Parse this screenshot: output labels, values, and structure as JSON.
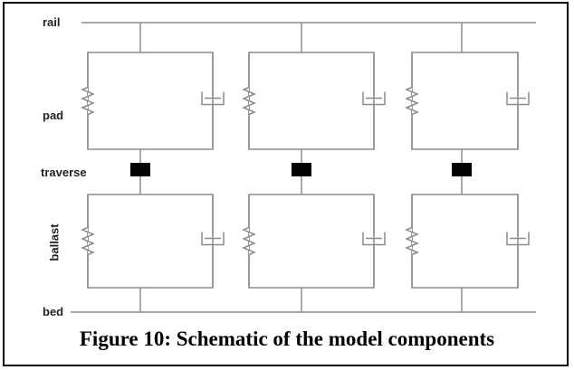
{
  "labels": {
    "rail": "rail",
    "pad": "pad",
    "traverse": "traverse",
    "ballast": "ballast",
    "bed": "bed"
  },
  "caption": "Figure 10: Schematic of the model components",
  "colors": {
    "line": "#8c8c8c",
    "block": "#000000",
    "text": "#222222",
    "border": "#000000"
  }
}
